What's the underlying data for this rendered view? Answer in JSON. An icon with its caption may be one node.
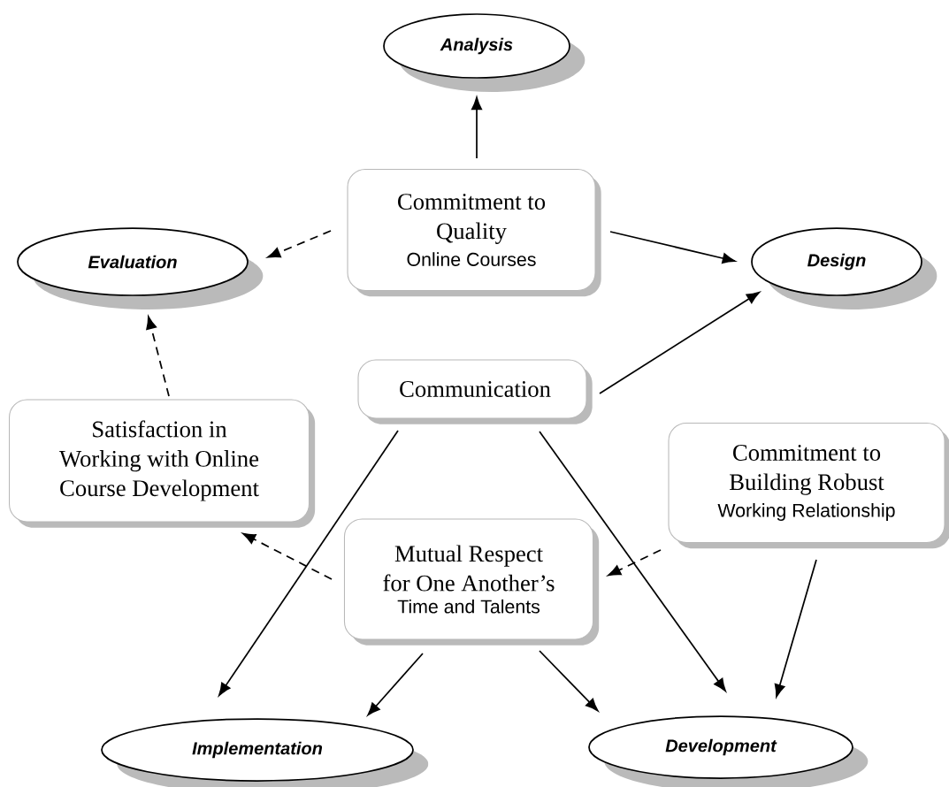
{
  "diagram": {
    "nodes": [
      {
        "text": [
          "Analysis"
        ]
      },
      {
        "text": [
          "Commitment to Quality",
          "Online Courses"
        ]
      },
      {
        "text": [
          "Evaluation"
        ]
      },
      {
        "text": [
          "Design"
        ]
      },
      {
        "text": [
          "Communication"
        ]
      },
      {
        "text": [
          "Satisfaction in Working with Online Course Development"
        ]
      },
      {
        "text": [
          "Commitment to Building Robust",
          "Working Relationship"
        ]
      },
      {
        "text": [
          "Mutual Respect for One Another’s",
          "Time and Talents"
        ]
      },
      {
        "text": [
          "Implementation"
        ]
      },
      {
        "text": [
          "Development"
        ]
      }
    ],
    "edges": [
      {
        "from": 1,
        "to": 0,
        "arrow": "to"
      },
      {
        "from": 1,
        "to": 2,
        "arrow": "to",
        "style": "dashed"
      },
      {
        "from": 1,
        "to": 3,
        "arrow": "to"
      },
      {
        "from": 4,
        "to": 3,
        "arrow": "to"
      },
      {
        "from": 5,
        "to": 2,
        "arrow": "to",
        "style": "dashed"
      },
      {
        "from": 7,
        "to": 5,
        "arrow": "to",
        "style": "dashed"
      },
      {
        "from": 6,
        "to": 7,
        "arrow": "to",
        "style": "dashed"
      },
      {
        "from": 4,
        "to": 8,
        "arrow": "to"
      },
      {
        "from": 4,
        "to": 9,
        "arrow": "to"
      },
      {
        "from": 7,
        "to": 8,
        "arrow": "to"
      },
      {
        "from": 7,
        "to": 9,
        "arrow": "to"
      },
      {
        "from": 6,
        "to": 9,
        "arrow": "to"
      }
    ]
  }
}
